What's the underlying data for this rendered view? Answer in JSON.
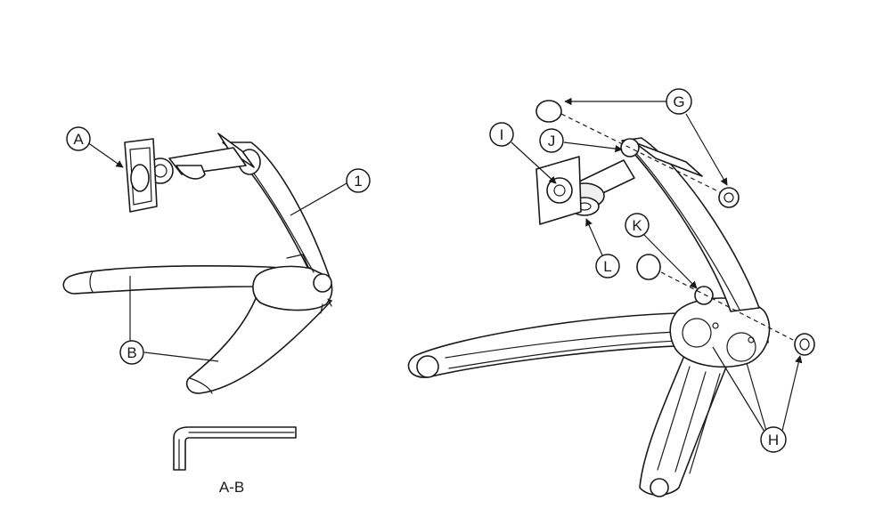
{
  "callouts": {
    "a": "A",
    "one": "1",
    "b": "B",
    "g": "G",
    "i": "I",
    "j": "J",
    "k": "K",
    "l": "L",
    "h": "H"
  },
  "tool_caption": "A-B",
  "colors": {
    "line": "#1a1a1a",
    "fill": "#ffffff",
    "shade": "#efefef"
  },
  "icons": [
    "hex-key-icon"
  ]
}
